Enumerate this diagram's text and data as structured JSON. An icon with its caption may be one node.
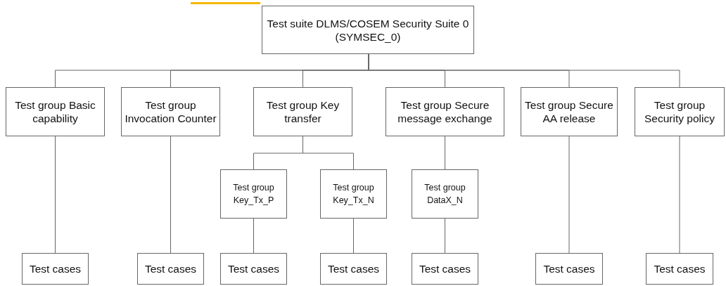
{
  "diagram": {
    "nodes": [
      {
        "text": [
          "Test suite DLMS/COSEM Security Suite 0 (SYMSEC_0)"
        ]
      },
      {
        "text": [
          "Test group Basic capability"
        ]
      },
      {
        "text": [
          "Test group Invocation Counter"
        ]
      },
      {
        "text": [
          "Test group Key transfer"
        ]
      },
      {
        "text": [
          "Test group Secure message exchange"
        ]
      },
      {
        "text": [
          "Test group Secure AA release"
        ]
      },
      {
        "text": [
          "Test group Security policy"
        ]
      },
      {
        "text": [
          "Test group Key_Tx_P"
        ]
      },
      {
        "text": [
          "Test group Key_Tx_N"
        ]
      },
      {
        "text": [
          "Test group DataX_N"
        ]
      },
      {
        "text": [
          "Test cases"
        ]
      },
      {
        "text": [
          "Test cases"
        ]
      },
      {
        "text": [
          "Test cases"
        ]
      },
      {
        "text": [
          "Test cases"
        ]
      },
      {
        "text": [
          "Test cases"
        ]
      },
      {
        "text": [
          "Test cases"
        ]
      },
      {
        "text": [
          "Test cases"
        ]
      }
    ],
    "edges": [
      {
        "from": 0,
        "to": 1,
        "arrow": "none"
      },
      {
        "from": 0,
        "to": 2,
        "arrow": "none"
      },
      {
        "from": 0,
        "to": 3,
        "arrow": "none"
      },
      {
        "from": 0,
        "to": 4,
        "arrow": "none"
      },
      {
        "from": 0,
        "to": 5,
        "arrow": "none"
      },
      {
        "from": 0,
        "to": 6,
        "arrow": "none"
      },
      {
        "from": 1,
        "to": 10,
        "arrow": "none"
      },
      {
        "from": 2,
        "to": 11,
        "arrow": "none"
      },
      {
        "from": 3,
        "to": 7,
        "arrow": "none"
      },
      {
        "from": 3,
        "to": 8,
        "arrow": "none"
      },
      {
        "from": 7,
        "to": 12,
        "arrow": "none"
      },
      {
        "from": 8,
        "to": 13,
        "arrow": "none"
      },
      {
        "from": 4,
        "to": 9,
        "arrow": "none"
      },
      {
        "from": 9,
        "to": 14,
        "arrow": "none"
      },
      {
        "from": 5,
        "to": 15,
        "arrow": "none"
      },
      {
        "from": 6,
        "to": 16,
        "arrow": "none"
      }
    ]
  }
}
